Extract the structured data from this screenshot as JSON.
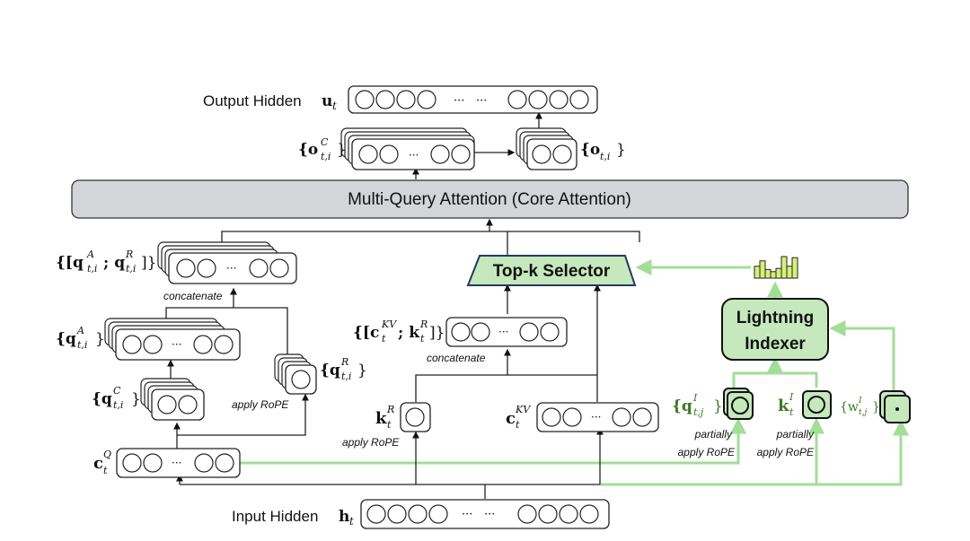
{
  "diagram": {
    "output_hidden": {
      "label": "Output Hidden",
      "symbol": "u",
      "sub": "t"
    },
    "input_hidden": {
      "label": "Input Hidden",
      "symbol": "h",
      "sub": "t"
    },
    "core_attention": {
      "label": "Multi-Query Attention (Core Attention)"
    },
    "top_k": {
      "label": "Top-k Selector"
    },
    "indexer": {
      "line1": "Lightning",
      "line2": "Indexer"
    },
    "labels": {
      "o_c": "{o",
      "o_c_sup": "C",
      "o_c_sub": "t,i",
      "o_ti": "{o",
      "o_ti_sub": "t,i",
      "q_concat": "{[q",
      "q_concat_sup1": "A",
      "q_concat_sub1": "t,i",
      "q_concat_mid": "; q",
      "q_concat_sup2": "R",
      "q_concat_sub2": "t,i",
      "q_concat_end": "]}",
      "q_a": "{q",
      "q_a_sup": "A",
      "q_a_sub": "t,i",
      "q_c": "{q",
      "q_c_sup": "C",
      "q_c_sub": "t,i",
      "q_r": "{q",
      "q_r_sup": "R",
      "q_r_sub": "t,i",
      "c_q": "c",
      "c_q_sup": "Q",
      "c_q_sub": "t",
      "kv_concat": "{[c",
      "kv_concat_sup1": "KV",
      "kv_concat_sub1": "t",
      "kv_concat_mid": "; k",
      "kv_concat_sup2": "R",
      "kv_concat_sub2": "t",
      "kv_concat_end": "]}",
      "k_r": "k",
      "k_r_sup": "R",
      "k_r_sub": "t",
      "c_kv": "c",
      "c_kv_sup": "KV",
      "c_kv_sub": "t",
      "q_i": "{q",
      "q_i_sup": "I",
      "q_i_sub": "t,j",
      "k_i": "k",
      "k_i_sup": "I",
      "k_i_sub": "t",
      "w_i": "{w",
      "w_i_sup": "I",
      "w_i_sub": "t,j",
      "close_brace": "}"
    },
    "annotations": {
      "concatenate_q": "concatenate",
      "concatenate_kv": "concatenate",
      "apply_rope_q": "apply RoPE",
      "apply_rope_k": "apply RoPE",
      "partially_q": "partially",
      "partially_apply_q": "apply RoPE",
      "partially_k": "partially",
      "partially_apply_k": "apply RoPE"
    },
    "ellipsis": "···",
    "colors": {
      "green_fill": "#c5e8bd",
      "green_line": "#a3dd98",
      "green_text": "#3a7a22",
      "bar_fill": "#d6f07a",
      "core_fill": "#d3d5d8",
      "topk_border": "#233a5e"
    },
    "score_bars": [
      0.55,
      0.8,
      0.4,
      0.3,
      0.45,
      1.0,
      0.55,
      0.95
    ]
  }
}
